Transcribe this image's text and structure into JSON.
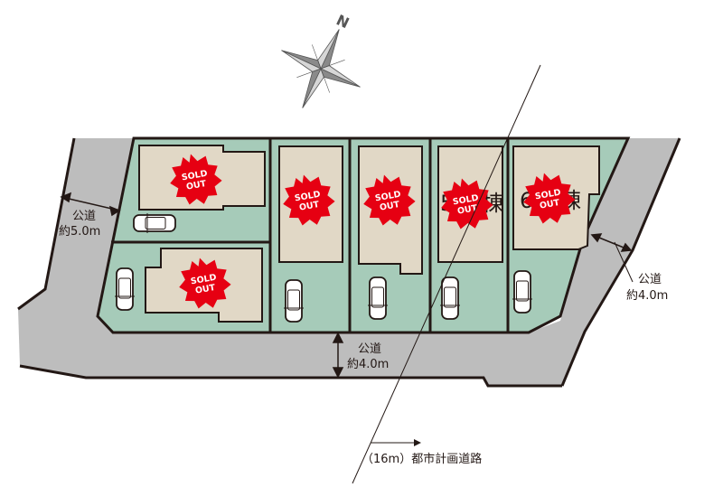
{
  "compass": {
    "north_label": "N"
  },
  "roads": {
    "left": {
      "label": "公道",
      "width": "約5.0m"
    },
    "bottom": {
      "label": "公道",
      "width": "約4.0m"
    },
    "right": {
      "label": "公道",
      "width": "約4.0m"
    }
  },
  "planned_road": {
    "label": "（16m）都市計画道路"
  },
  "lots": [
    {
      "status_line1": "SOLD",
      "status_line2": "OUT"
    },
    {
      "status_line1": "SOLD",
      "status_line2": "OUT"
    },
    {
      "status_line1": "SOLD",
      "status_line2": "OUT"
    },
    {
      "status_line1": "SOLD",
      "status_line2": "OUT"
    },
    {
      "number": "5",
      "suffix": "棟",
      "status_line1": "SOLD",
      "status_line2": "OUT"
    },
    {
      "number": "6",
      "suffix": "棟",
      "status_line1": "SOLD",
      "status_line2": "OUT"
    }
  ],
  "colors": {
    "road": "#bdbdbd",
    "lot": "#a6cbb9",
    "house": "#e1d8c6",
    "sold": "#e60012",
    "outline": "#231815"
  }
}
